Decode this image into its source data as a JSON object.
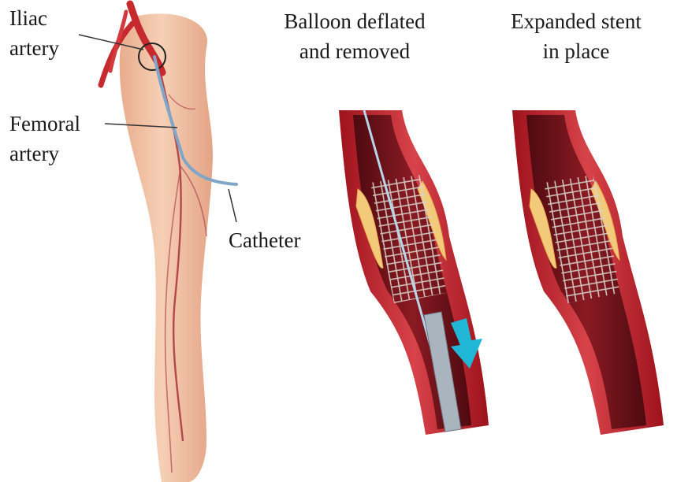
{
  "labels": {
    "iliac_line1": "Iliac",
    "iliac_line2": "artery",
    "femoral_line1": "Femoral",
    "femoral_line2": "artery",
    "catheter": "Catheter"
  },
  "panels": {
    "balloon": {
      "line1": "Balloon deflated",
      "line2": "and removed"
    },
    "stent": {
      "line1": "Expanded stent",
      "line2": "in place"
    }
  },
  "colors": {
    "skin": "#f1c2a3",
    "artery_red": "#b8202a",
    "vessel_inner": "#6e0f16",
    "plaque": "#f3c97a",
    "catheter_blue": "#7fa6c8",
    "arrow_cyan": "#20b7d6"
  }
}
